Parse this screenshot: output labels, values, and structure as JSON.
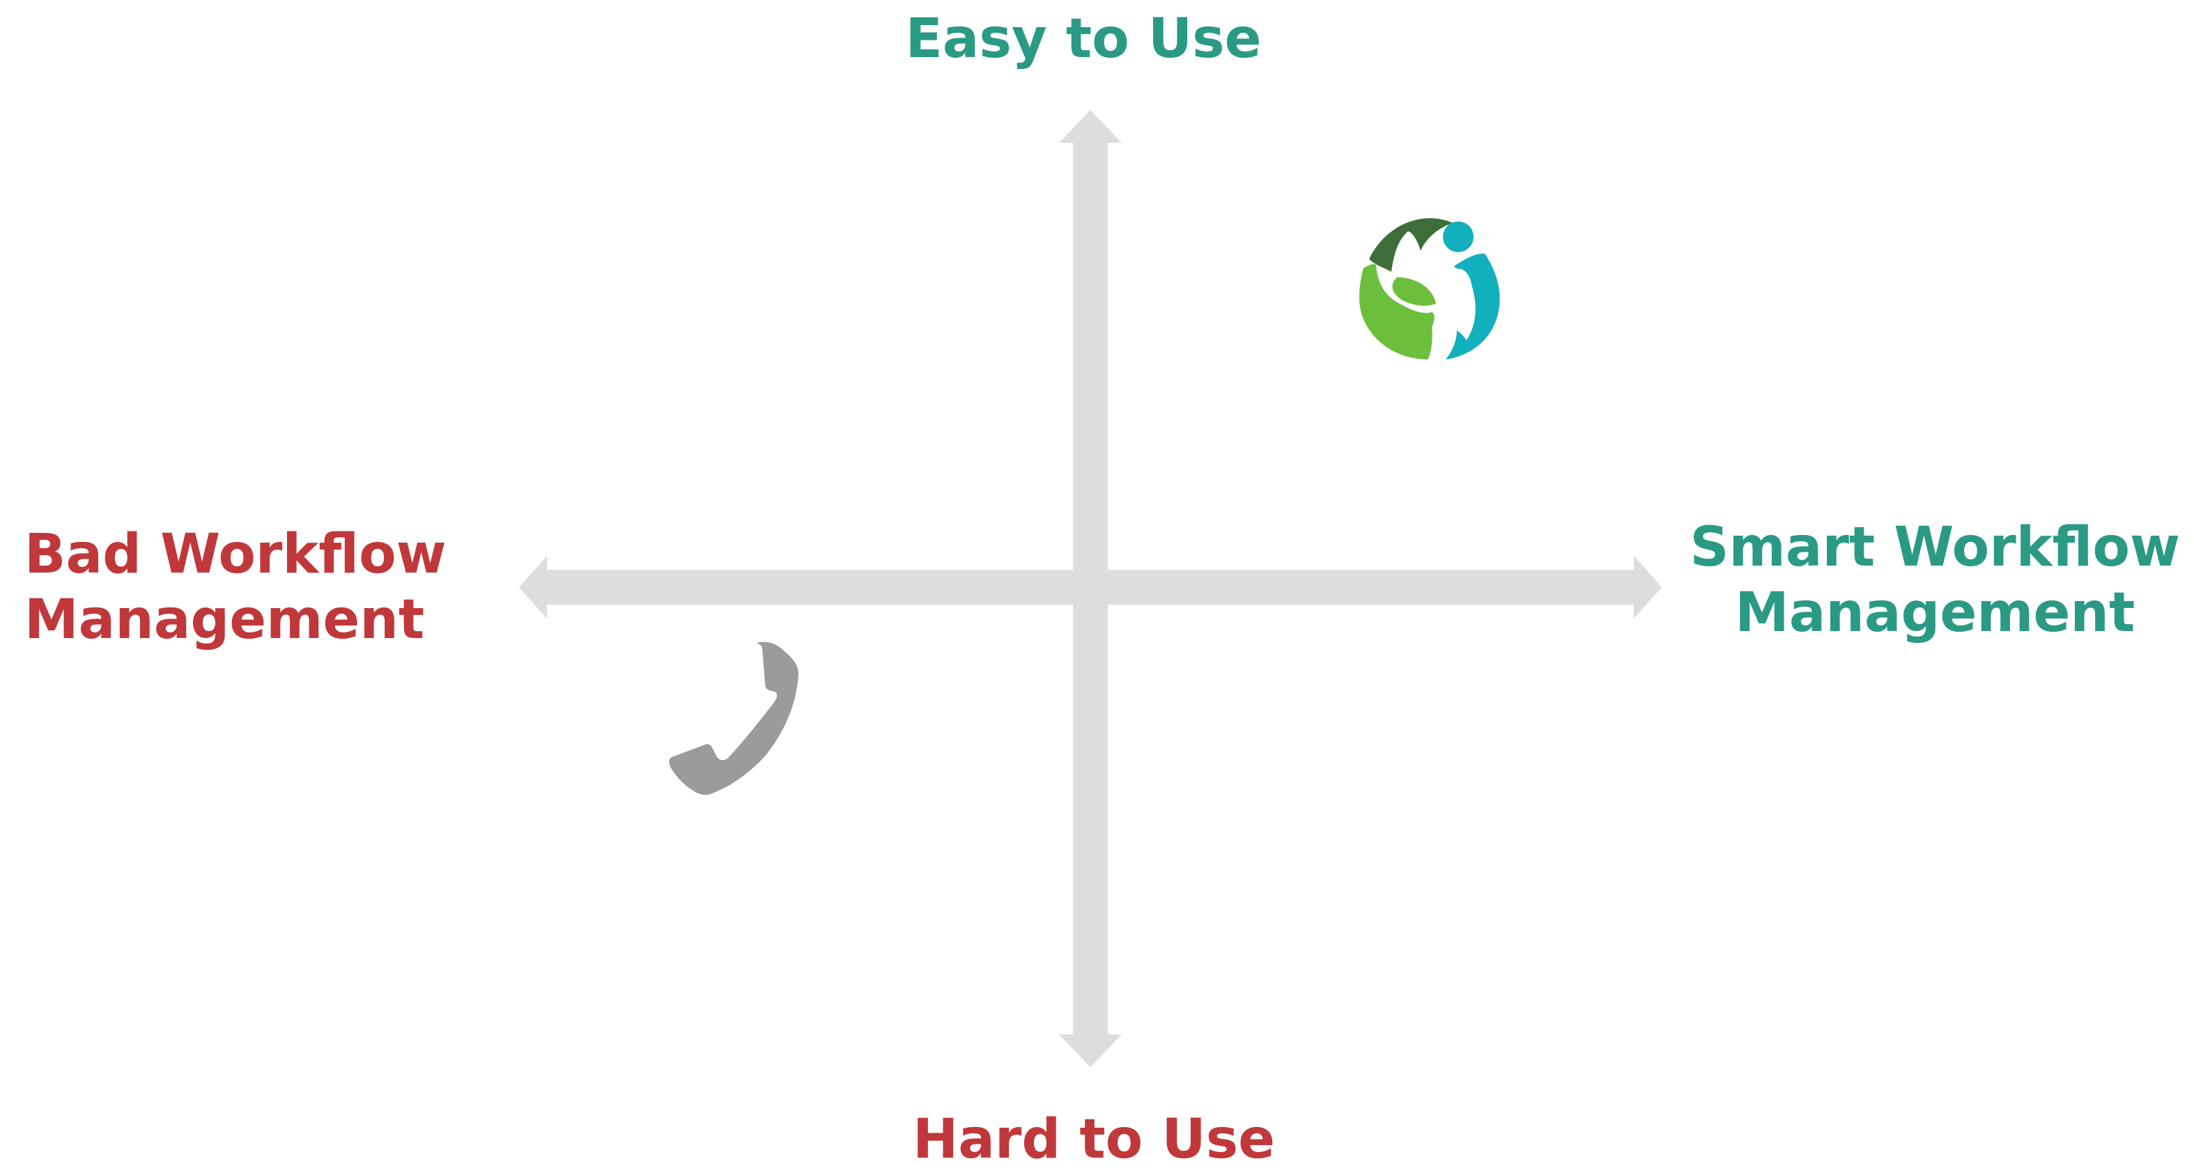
{
  "axis_labels": {
    "top": "Easy to Use",
    "bottom": "Hard to Use",
    "left": [
      "Bad Workflow",
      "Management"
    ],
    "right": [
      "Smart Workflow",
      "Management"
    ]
  },
  "colors": {
    "positive": "#2a9a84",
    "negative": "#c0383a",
    "axis": "#dcdddf",
    "phone_icon": "#9a9b9d",
    "logo_dark_green": "#3e6e37",
    "logo_light_green": "#6cbf3b",
    "logo_teal": "#12afbd"
  },
  "icons": {
    "upper_right_item": "brand-logo-icon",
    "lower_left_item": "phone-icon"
  }
}
